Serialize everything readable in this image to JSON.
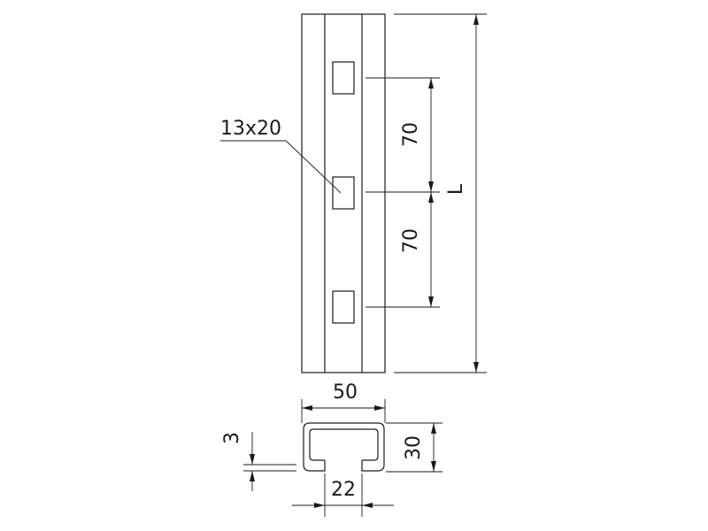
{
  "drawing": {
    "slot_label": "13x20",
    "pitch_upper": "70",
    "pitch_lower": "70",
    "length_label": "L",
    "width_label": "50",
    "height_label": "30",
    "thickness_label": "3",
    "opening_label": "22"
  }
}
